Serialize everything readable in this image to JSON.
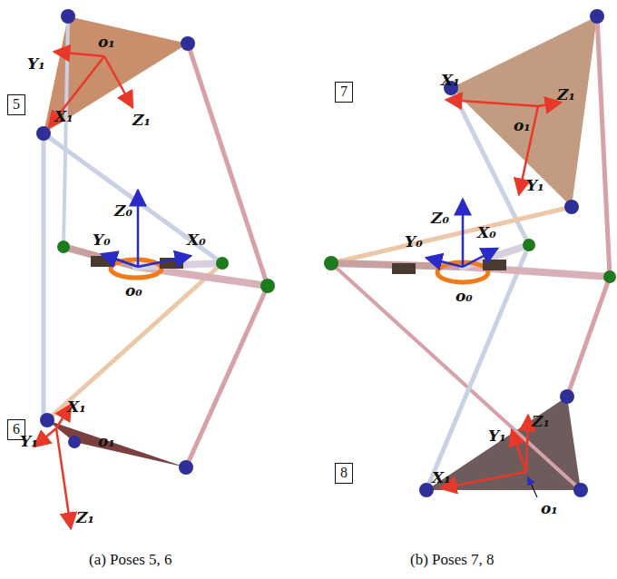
{
  "diagram": {
    "nodes": [
      {
        "text": [
          "5"
        ]
      },
      {
        "text": [
          "6"
        ]
      },
      {
        "text": [
          "7"
        ]
      },
      {
        "text": [
          "8"
        ]
      }
    ],
    "edges": [],
    "labels": [
      "Y₁",
      "o₁",
      "X₁",
      "Z₁",
      "Z₀",
      "Y₀",
      "X₀",
      "o₀",
      "X₁",
      "o₁",
      "Y₁",
      "Z₁",
      "X₁",
      "Z₁",
      "o₁",
      "Y₁",
      "Z₀",
      "Y₀",
      "X₀",
      "o₀",
      "Z₁",
      "Y₁",
      "X₁",
      "o₁",
      "(a) Poses 5, 6",
      "(b) Poses 7, 8"
    ]
  }
}
